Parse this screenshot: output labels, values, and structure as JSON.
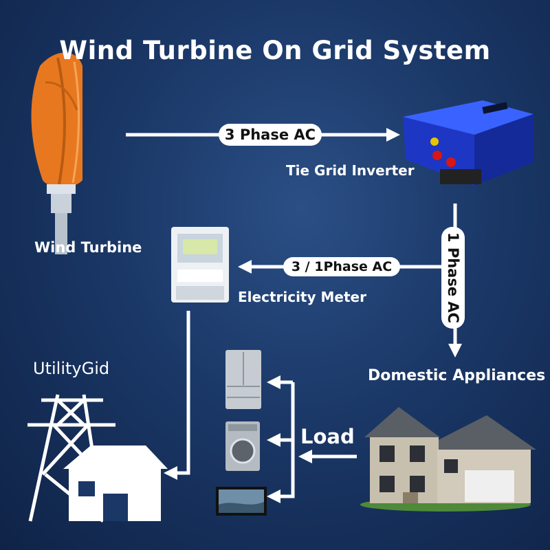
{
  "title": "Wind Turbine On Grid System",
  "connections": {
    "turbine_to_inverter": "3 Phase AC",
    "inverter_to_meter": "3 / 1Phase AC",
    "inverter_to_appliances": "1 Phase AC",
    "house_to_appliances": "Load"
  },
  "labels": {
    "inverter": "Tie Grid Inverter",
    "turbine": "Wind Turbine",
    "meter": "Electricity Meter",
    "utility": "UtilityGid",
    "domestic": "Domestic Appliances"
  },
  "colors": {
    "background": "#1a3766",
    "turbine_blade": "#e8781f",
    "inverter_body": "#1f3fd6",
    "arrow": "#ffffff"
  },
  "icons": [
    "wind-turbine-icon",
    "inverter-icon",
    "electricity-meter-icon",
    "power-pylon-icon",
    "refrigerator-icon",
    "washing-machine-icon",
    "television-icon",
    "house-icon"
  ]
}
